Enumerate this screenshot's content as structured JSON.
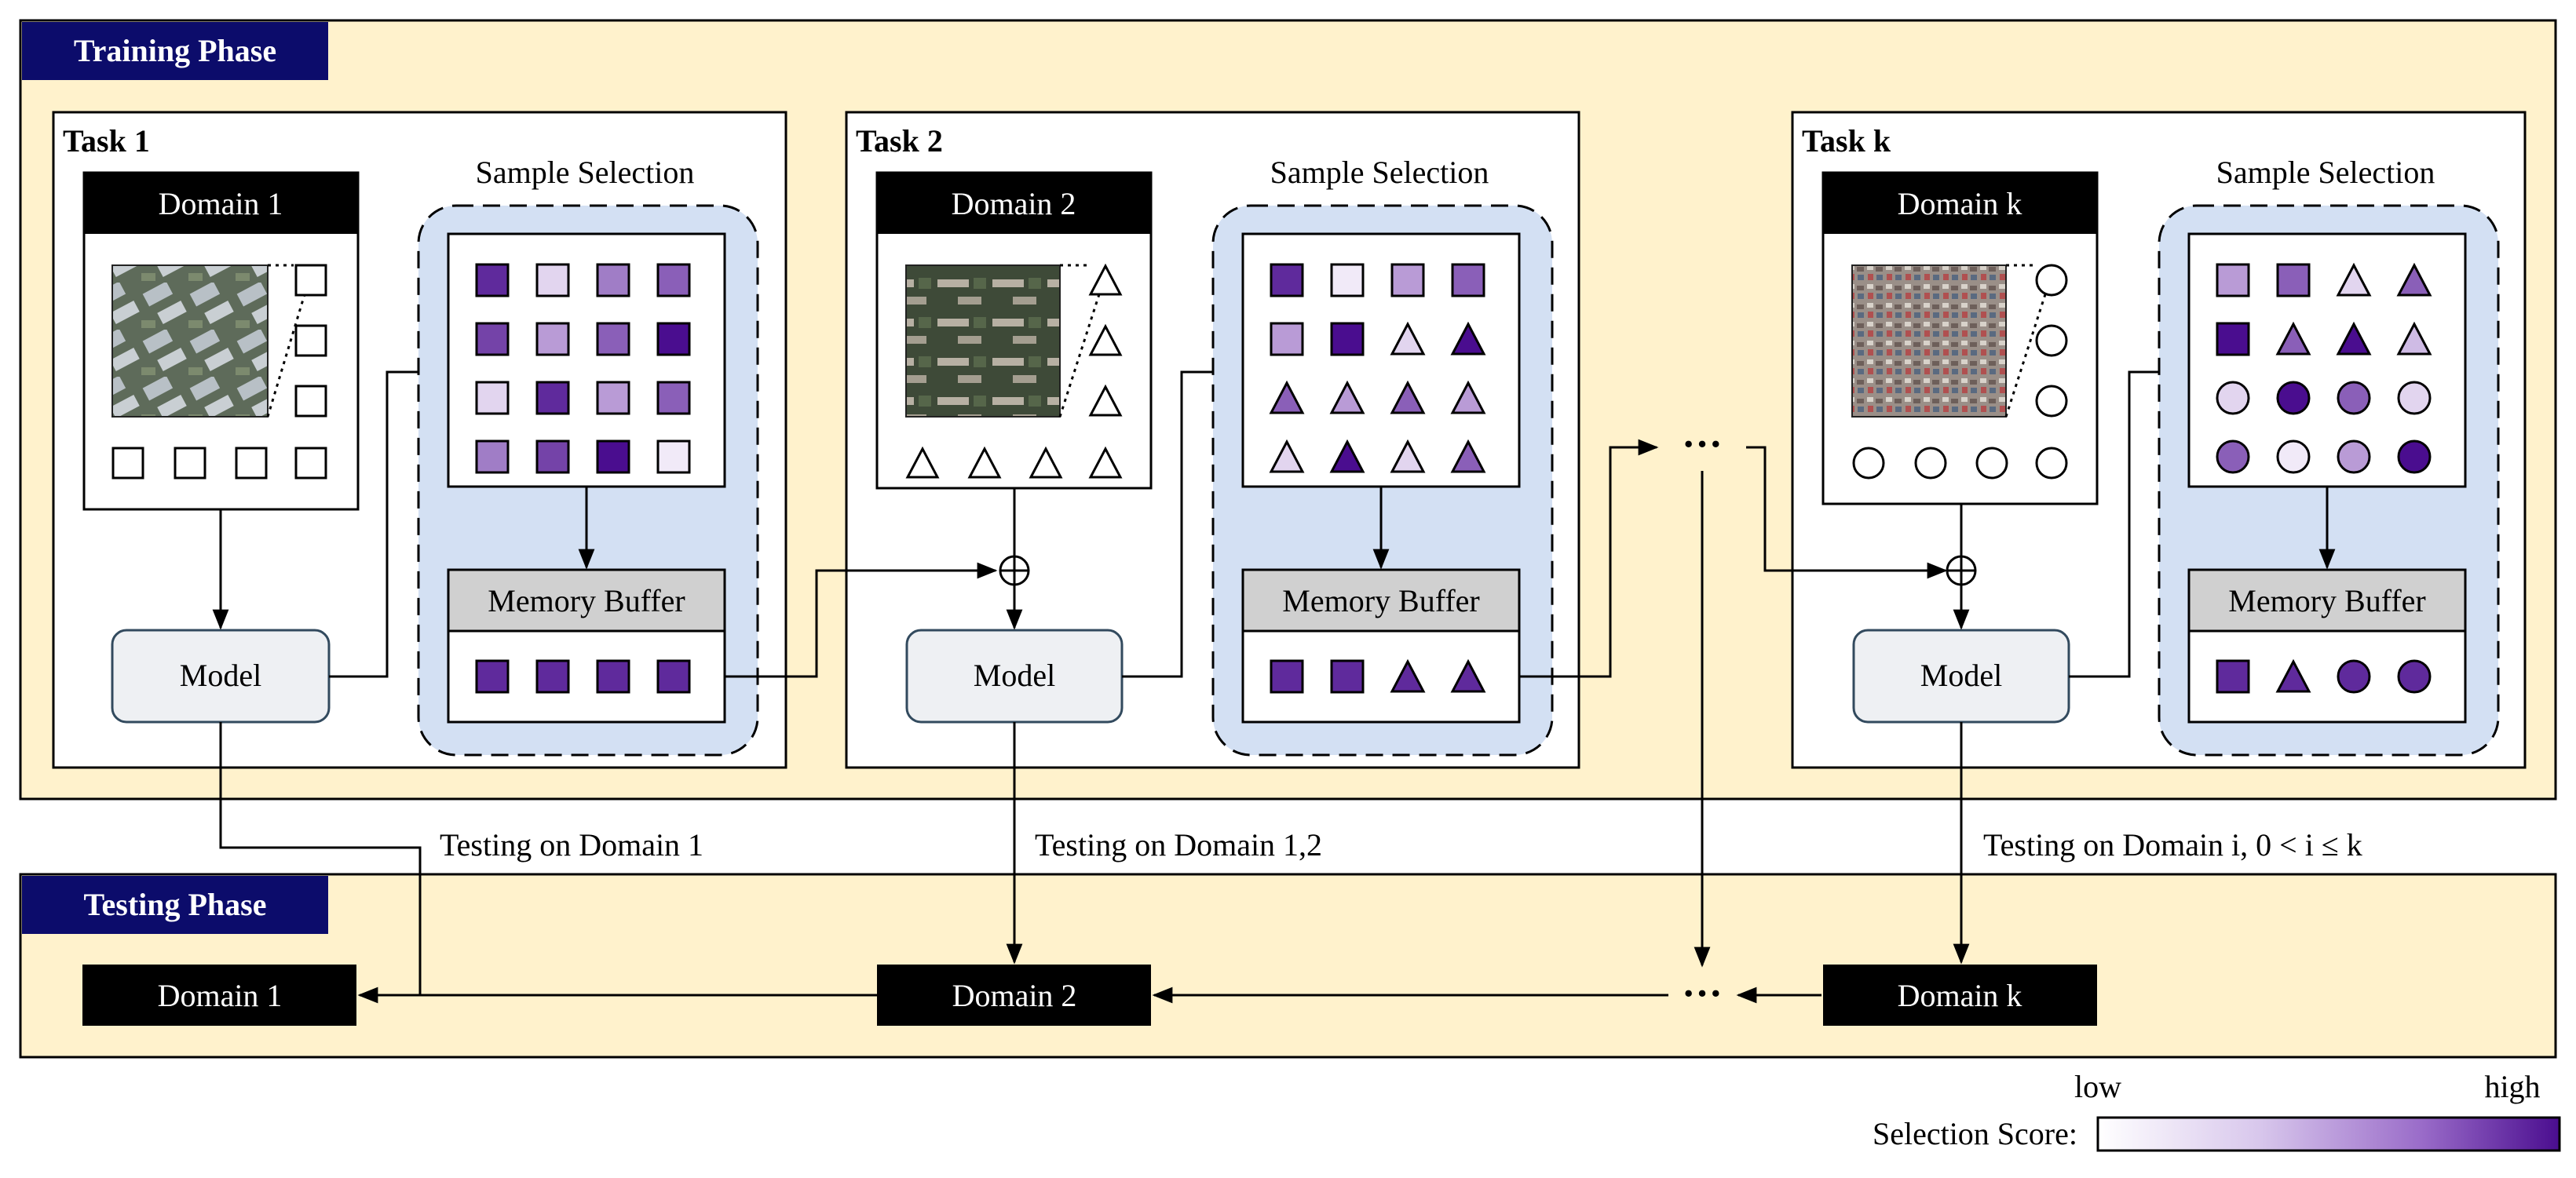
{
  "training": {
    "title": "Training Phase"
  },
  "testing": {
    "title": "Testing Phase"
  },
  "common": {
    "sample_selection": "Sample Selection",
    "memory_buffer": "Memory Buffer",
    "model": "Model",
    "ellipsis": "···"
  },
  "tasks": [
    {
      "title": "Task 1",
      "domain": "Domain 1",
      "shape": "square",
      "image": "aerial-image-buildings",
      "grid": [
        [
          9,
          3,
          6,
          7
        ],
        [
          8,
          5,
          7,
          10
        ],
        [
          3,
          9,
          5,
          7
        ],
        [
          6,
          8,
          10,
          2
        ]
      ],
      "grid_shapes": [
        [
          "s",
          "s",
          "s",
          "s"
        ],
        [
          "s",
          "s",
          "s",
          "s"
        ],
        [
          "s",
          "s",
          "s",
          "s"
        ],
        [
          "s",
          "s",
          "s",
          "s"
        ]
      ],
      "buffer": [
        9,
        9,
        9,
        9
      ],
      "buffer_shapes": [
        "s",
        "s",
        "s",
        "s"
      ]
    },
    {
      "title": "Task 2",
      "domain": "Domain 2",
      "shape": "triangle",
      "image": "aerial-image-town",
      "grid": [
        [
          9,
          2,
          5,
          7
        ],
        [
          5,
          10,
          3,
          10
        ],
        [
          7,
          5,
          7,
          5
        ],
        [
          3,
          10,
          3,
          7
        ]
      ],
      "grid_shapes": [
        [
          "s",
          "s",
          "s",
          "s"
        ],
        [
          "s",
          "s",
          "t",
          "t"
        ],
        [
          "t",
          "t",
          "t",
          "t"
        ],
        [
          "t",
          "t",
          "t",
          "t"
        ]
      ],
      "buffer": [
        9,
        9,
        9,
        9
      ],
      "buffer_shapes": [
        "s",
        "s",
        "t",
        "t"
      ]
    },
    {
      "title": "Task k",
      "domain": "Domain k",
      "shape": "circle",
      "image": "aerial-image-city",
      "grid": [
        [
          5,
          7,
          3,
          7
        ],
        [
          10,
          7,
          10,
          4
        ],
        [
          3,
          10,
          7,
          3
        ],
        [
          7,
          2,
          5,
          10
        ]
      ],
      "grid_shapes": [
        [
          "s",
          "s",
          "t",
          "t"
        ],
        [
          "s",
          "t",
          "t",
          "t"
        ],
        [
          "c",
          "c",
          "c",
          "c"
        ],
        [
          "c",
          "c",
          "c",
          "c"
        ]
      ],
      "buffer": [
        9,
        9,
        9,
        9
      ],
      "buffer_shapes": [
        "s",
        "t",
        "c",
        "c"
      ]
    }
  ],
  "test_labels": [
    "Testing on Domain 1",
    "Testing on Domain 1,2",
    "Testing on Domain i, 0 < i ≤ k"
  ],
  "test_domains": [
    "Domain 1",
    "Domain 2",
    "Domain k"
  ],
  "legend": {
    "label": "Selection Score:",
    "low": "low",
    "high": "high"
  },
  "colors": {
    "phase_bg": "#fff2cc",
    "phase_title_bg": "#0c0c6b",
    "selection_bg": "#d3e0f3",
    "buffer_header_bg": "#d0d0d0",
    "model_bg": "#eef0f3",
    "model_border": "#324a5e",
    "score_low": "#ffffff",
    "score_high": "#4a0d8f"
  }
}
